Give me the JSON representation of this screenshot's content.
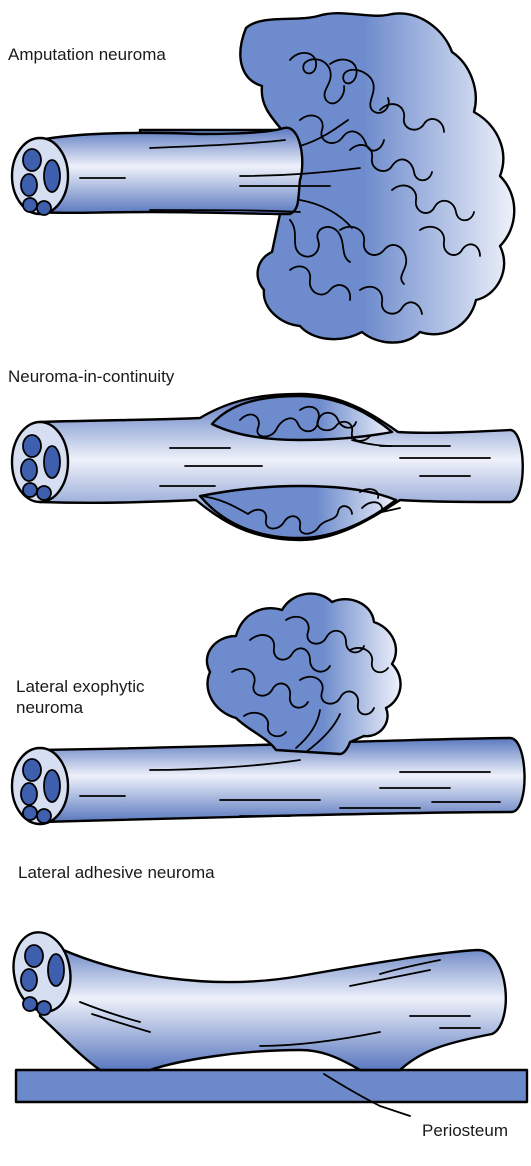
{
  "figure": {
    "panels": [
      {
        "id": "amputation",
        "label": "Amputation neuroma"
      },
      {
        "id": "continuity",
        "label": "Neuroma-in-continuity"
      },
      {
        "id": "lateral-exophytic",
        "label": "Lateral exophytic\nneuroma"
      },
      {
        "id": "lateral-adhesive",
        "label": "Lateral adhesive neuroma"
      }
    ],
    "annotation": {
      "label": "Periosteum"
    }
  },
  "colors": {
    "nerve_fill_dark": "#5a78bf",
    "nerve_fill_light": "#eef1fa",
    "neuroma_fill": "#6e8ccd",
    "fascicle_fill": "#3d5fae",
    "periosteum_fill": "#6c89c9",
    "stroke": "#000000"
  }
}
